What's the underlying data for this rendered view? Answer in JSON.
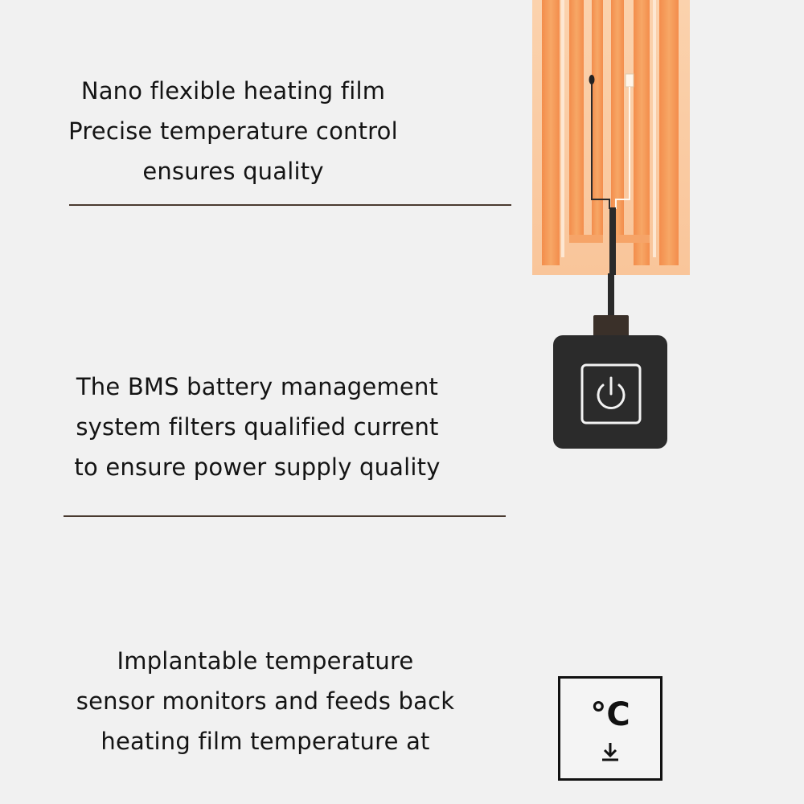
{
  "features": [
    {
      "lines": [
        "Nano flexible heating film",
        "Precise temperature control",
        "ensures quality"
      ]
    },
    {
      "lines": [
        "The BMS battery management",
        "system filters qualified current",
        "to ensure power supply quality"
      ]
    },
    {
      "lines": [
        "Implantable temperature",
        "sensor monitors and feeds back",
        "heating film temperature at"
      ]
    }
  ],
  "temperature_icon": {
    "unit": "°C",
    "icon": "temperature-sensor-icon"
  },
  "switch_icon": "power-icon",
  "colors": {
    "background": "#f1f1f1",
    "film_orange": "#f4a060",
    "film_highlight": "#fde0c4",
    "divider": "#4a3a30",
    "switch_body": "#2b2b2b"
  }
}
